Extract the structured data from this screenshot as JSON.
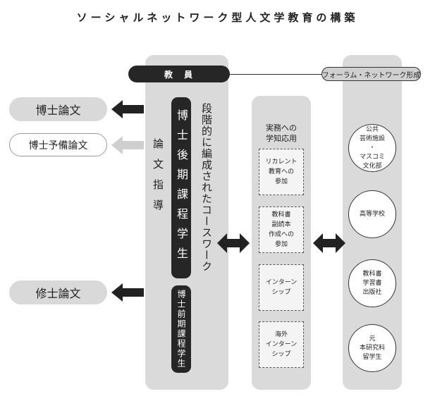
{
  "title": "ソーシャルネットワーク型人文学教育の構築",
  "faculty": "教　員",
  "forum_network": "フォーラム・ネットワーク形成",
  "theses": {
    "doctoral": "博士論文",
    "doctoral_preliminary": "博士予備論文",
    "masters": "修士論文"
  },
  "thesis_guidance": "論文指導",
  "doctoral_late_students": "博士後期課程学生",
  "doctoral_early_students": "博士前期課程学生",
  "staged_coursework": "段階的に編成されたコースワーク",
  "practical": {
    "heading": "実務への\n学知応用",
    "items": [
      "リカレント\n教育への\n参加",
      "教科書\n副読本\n作成への\n参加",
      "インターン\nシップ",
      "海外\nインターン\nシップ"
    ]
  },
  "institutions": [
    "公共\n芸術施設\n・\nマスコミ\n文化部",
    "高等学校",
    "教科書\n学習書\n出版社",
    "元\n本研究科\n留学生"
  ],
  "colors": {
    "dark": "#262626",
    "column": "#dadada",
    "arrow_dark": "#222222",
    "arrow_light": "#cfcfcf"
  }
}
